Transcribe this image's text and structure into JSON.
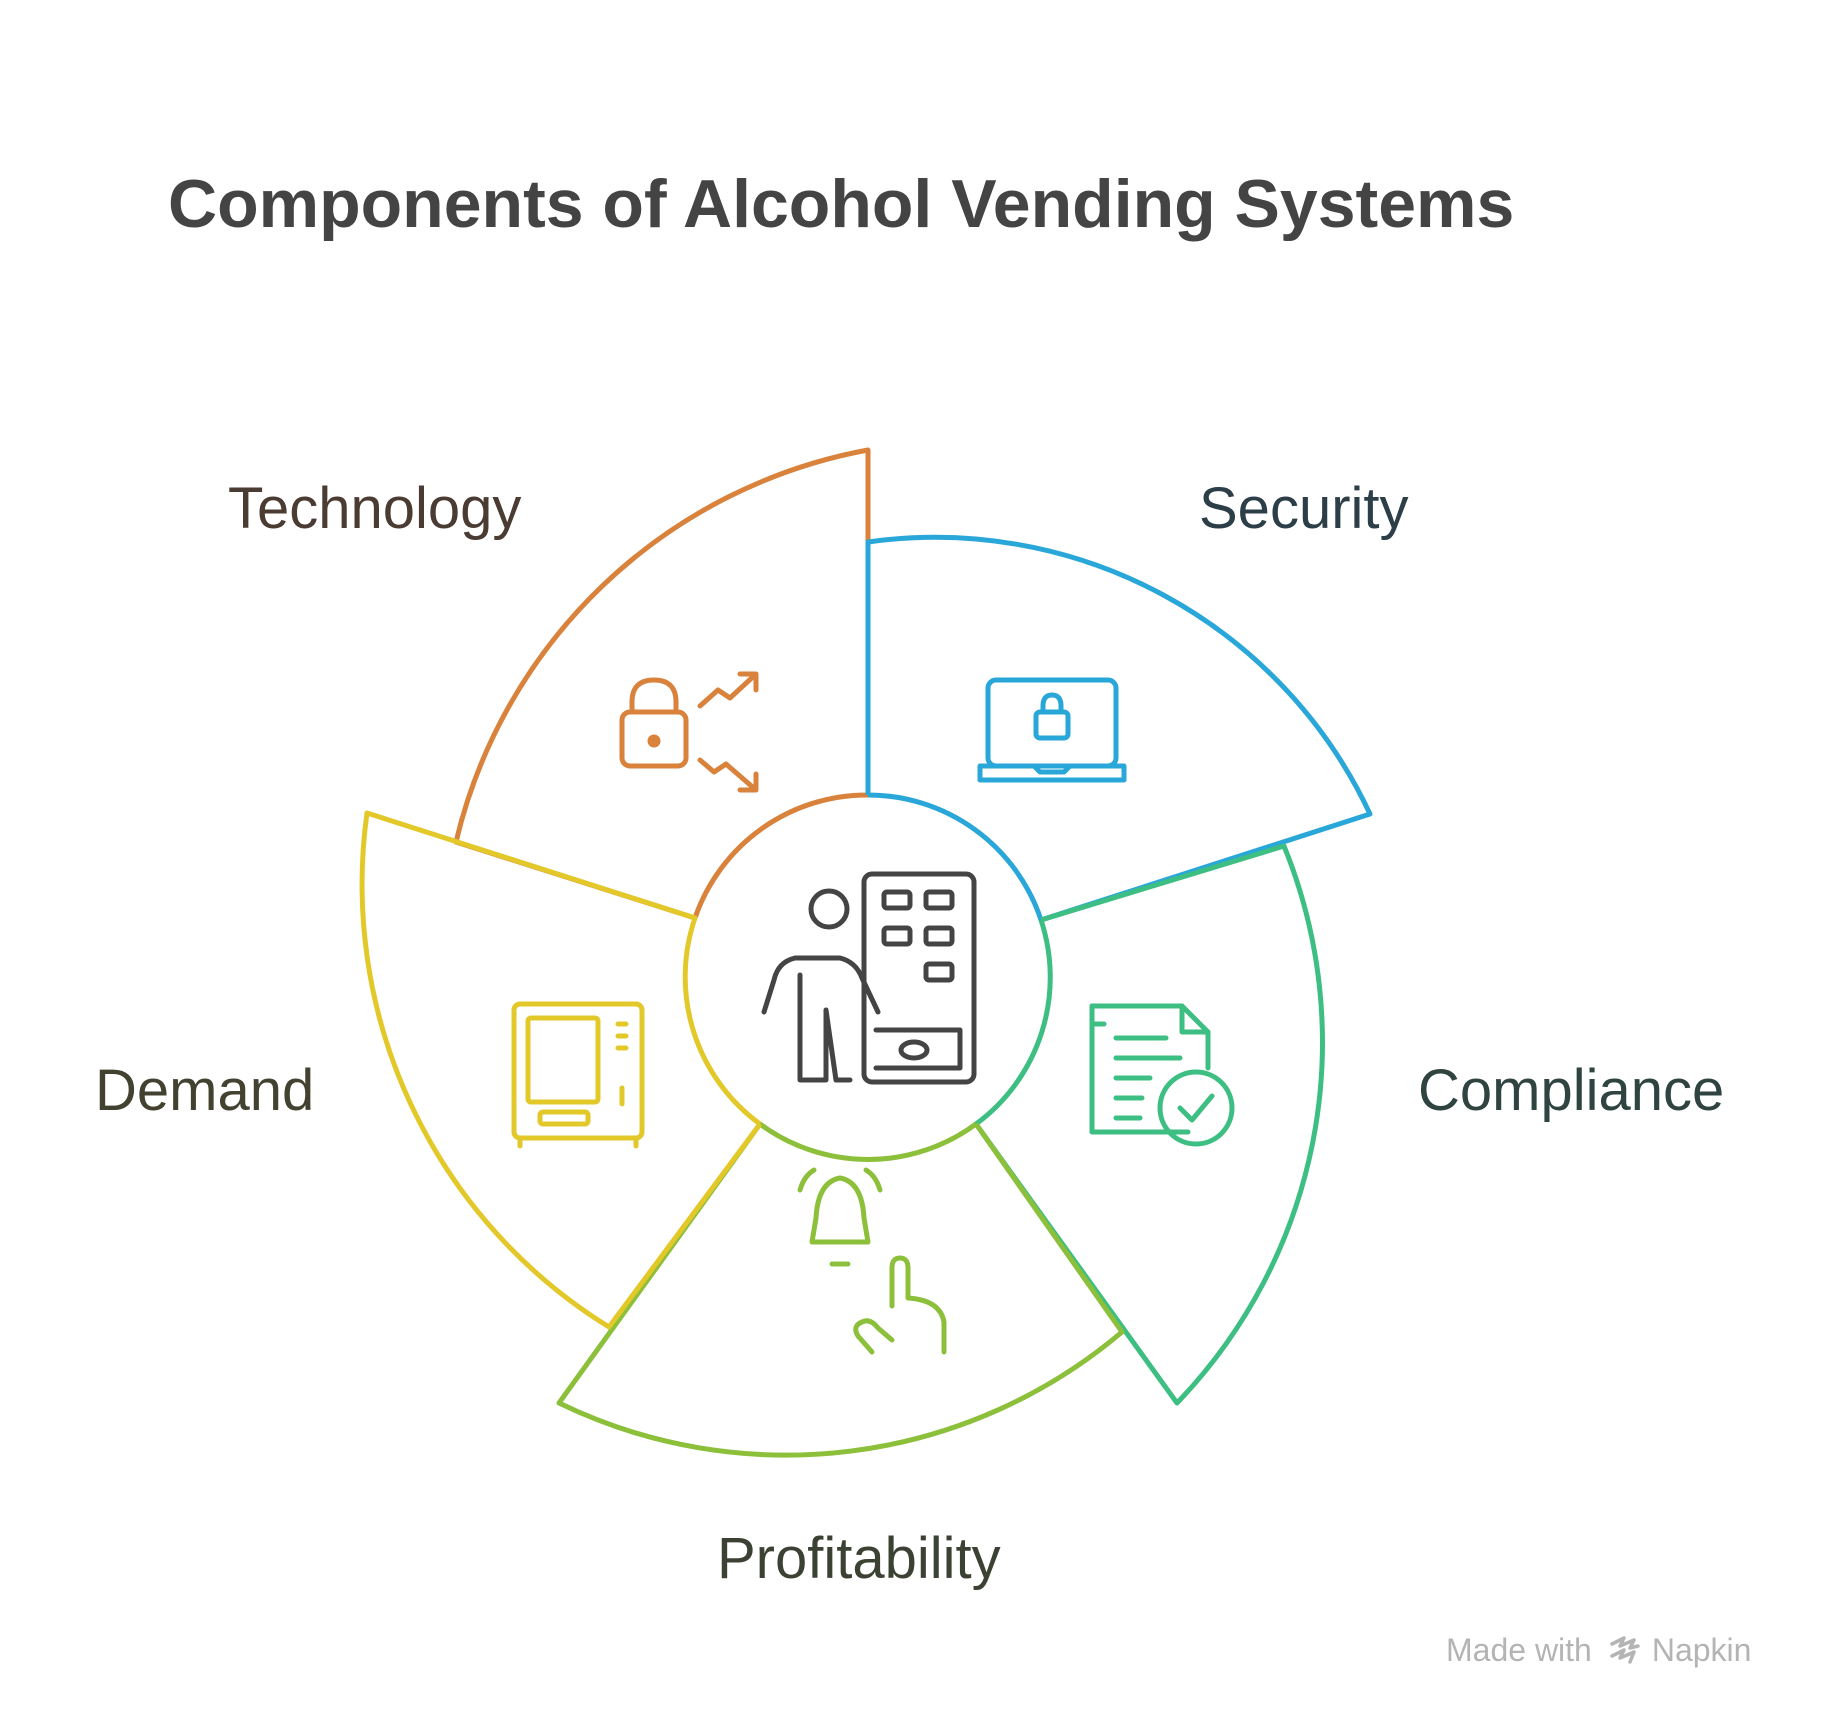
{
  "title": "Components of Alcohol Vending Systems",
  "center": {
    "icon": "person-at-vending-machine-icon",
    "color": "#444444"
  },
  "segments": [
    {
      "label": "Technology",
      "icon": "lock-trend-arrows-icon",
      "color": "#D9823B"
    },
    {
      "label": "Security",
      "icon": "laptop-lock-icon",
      "color": "#2AA7D9"
    },
    {
      "label": "Compliance",
      "icon": "document-check-icon",
      "color": "#3DBE82"
    },
    {
      "label": "Profitability",
      "icon": "bell-hand-touch-icon",
      "color": "#8CBF3A"
    },
    {
      "label": "Demand",
      "icon": "vending-machine-icon",
      "color": "#E3C82A"
    }
  ],
  "watermark": {
    "prefix": "Made with",
    "brand": "Napkin"
  }
}
